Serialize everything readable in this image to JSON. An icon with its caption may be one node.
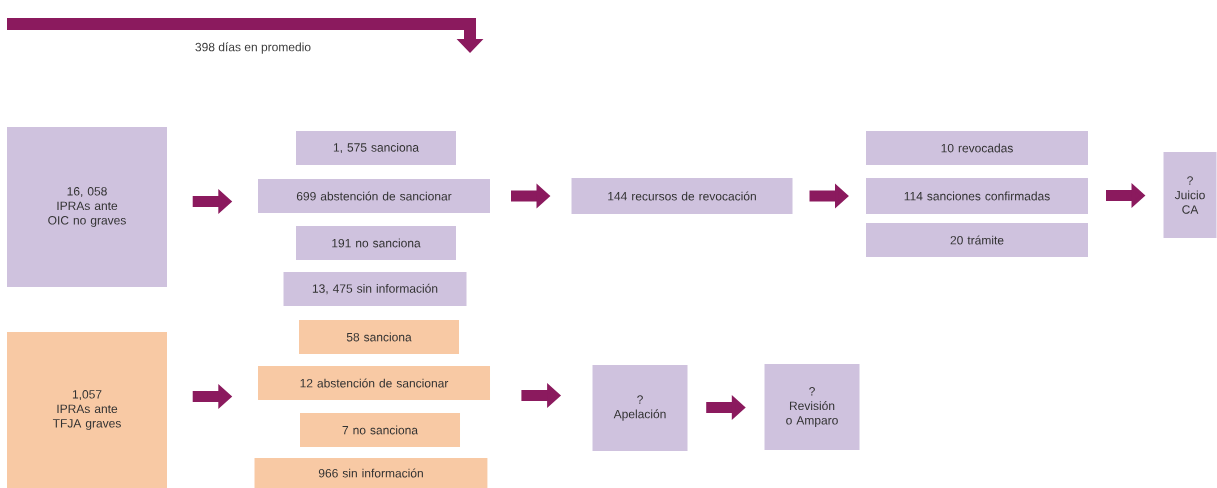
{
  "diagram": {
    "nodes": [
      {
        "text": [
          "16, 058",
          "IPRAs ante OIC no graves"
        ]
      },
      {
        "text": [
          "1, 575 sanciona"
        ]
      },
      {
        "text": [
          "699 abstención de sancionar"
        ]
      },
      {
        "text": [
          "191 no sanciona"
        ]
      },
      {
        "text": [
          "13, 475 sin información"
        ]
      },
      {
        "text": [
          "144 recursos de revocación"
        ]
      },
      {
        "text": [
          "10 revocadas"
        ]
      },
      {
        "text": [
          "114 sanciones confirmadas"
        ]
      },
      {
        "text": [
          "20 trámite"
        ]
      },
      {
        "text": [
          "?",
          "Juicio CA"
        ]
      },
      {
        "text": [
          "1,057",
          "IPRAs ante TFJA graves"
        ]
      },
      {
        "text": [
          "58 sanciona"
        ]
      },
      {
        "text": [
          "12 abstención de sancionar"
        ]
      },
      {
        "text": [
          "7 no sanciona"
        ]
      },
      {
        "text": [
          "966 sin información"
        ]
      },
      {
        "text": [
          "?",
          "Apelación"
        ]
      },
      {
        "text": [
          "?",
          "Revisión o Amparo"
        ]
      }
    ],
    "edges": [
      {
        "from": 0,
        "to": 2,
        "arrow": "to"
      },
      {
        "from": 2,
        "to": 5,
        "arrow": "to"
      },
      {
        "from": 5,
        "to": 7,
        "arrow": "to"
      },
      {
        "from": 7,
        "to": 9,
        "arrow": "to"
      },
      {
        "from": 10,
        "to": 12,
        "arrow": "to"
      },
      {
        "from": 12,
        "to": 15,
        "arrow": "to"
      },
      {
        "from": 15,
        "to": 16,
        "arrow": "to"
      }
    ],
    "labels": [
      "398 días en promedio"
    ]
  }
}
